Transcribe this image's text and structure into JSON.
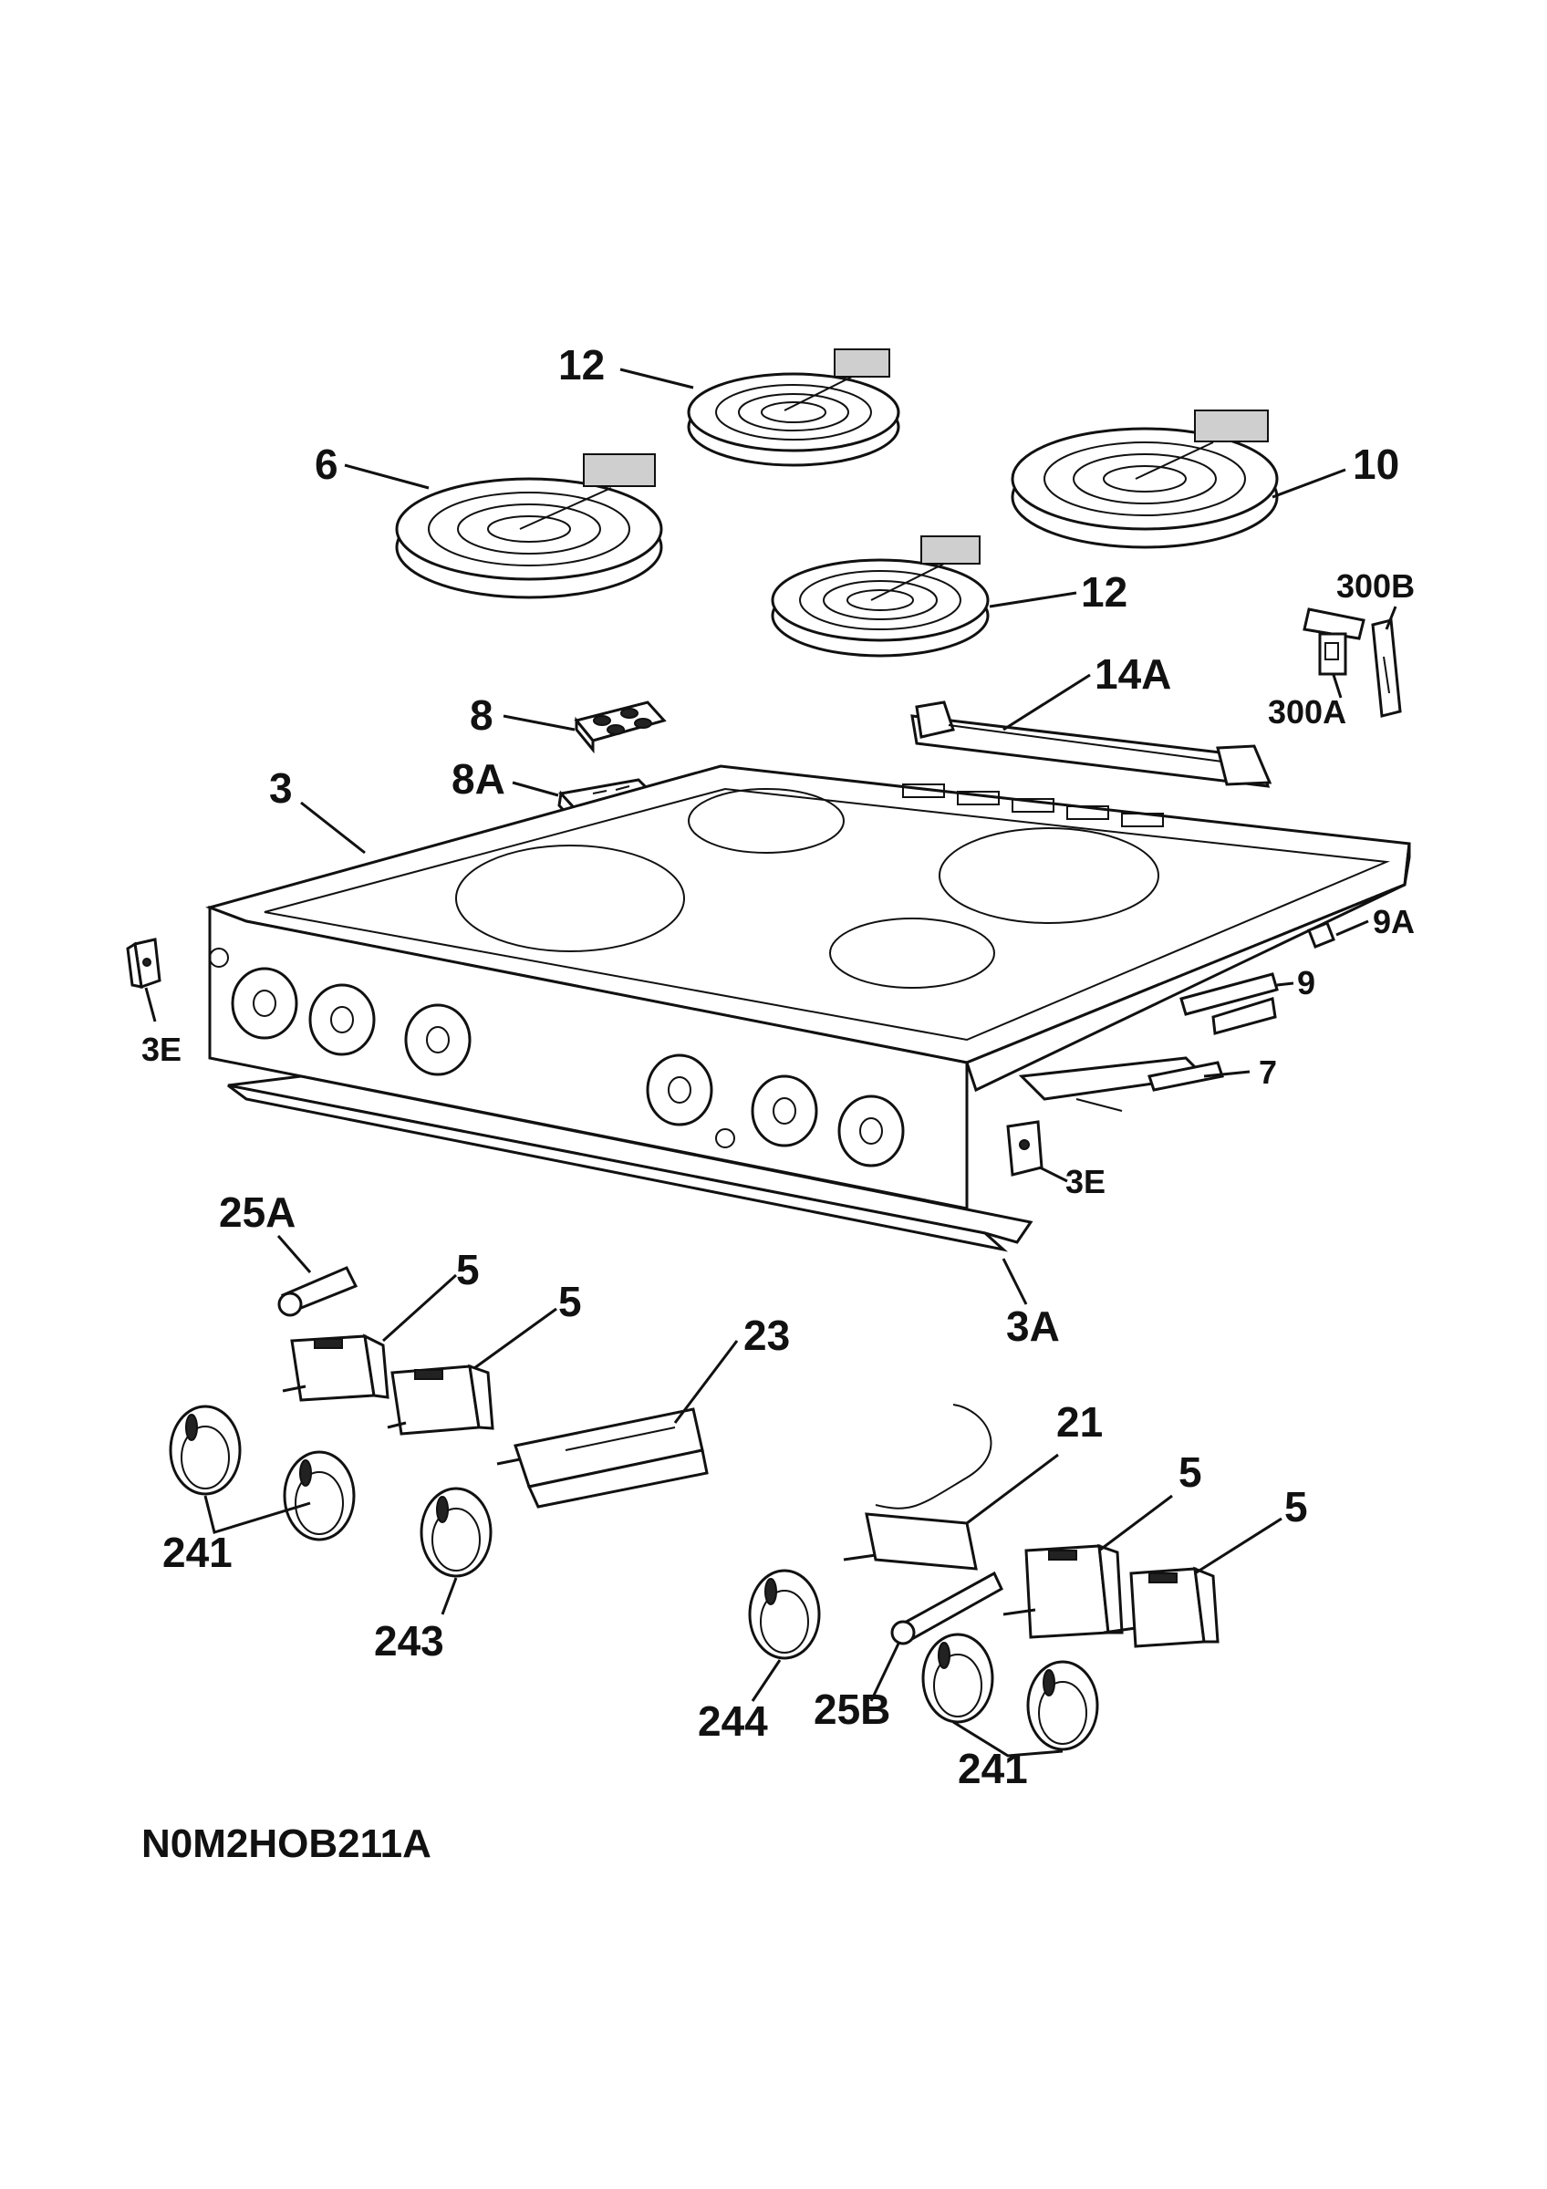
{
  "diagram": {
    "reference_code": "N0M2HOB211A",
    "callouts": [
      {
        "id": "c-12-top",
        "label": "12"
      },
      {
        "id": "c-6",
        "label": "6"
      },
      {
        "id": "c-10",
        "label": "10"
      },
      {
        "id": "c-12-mid",
        "label": "12"
      },
      {
        "id": "c-300b",
        "label": "300B"
      },
      {
        "id": "c-300a",
        "label": "300A"
      },
      {
        "id": "c-14a",
        "label": "14A"
      },
      {
        "id": "c-8",
        "label": "8"
      },
      {
        "id": "c-8a",
        "label": "8A"
      },
      {
        "id": "c-3",
        "label": "3"
      },
      {
        "id": "c-9a",
        "label": "9A"
      },
      {
        "id": "c-9",
        "label": "9"
      },
      {
        "id": "c-7",
        "label": "7"
      },
      {
        "id": "c-3e-left",
        "label": "3E"
      },
      {
        "id": "c-3e-right",
        "label": "3E"
      },
      {
        "id": "c-25a",
        "label": "25A"
      },
      {
        "id": "c-5-a",
        "label": "5"
      },
      {
        "id": "c-5-b",
        "label": "5"
      },
      {
        "id": "c-3a",
        "label": "3A"
      },
      {
        "id": "c-23",
        "label": "23"
      },
      {
        "id": "c-21",
        "label": "21"
      },
      {
        "id": "c-5-c",
        "label": "5"
      },
      {
        "id": "c-5-d",
        "label": "5"
      },
      {
        "id": "c-241-left",
        "label": "241"
      },
      {
        "id": "c-243",
        "label": "243"
      },
      {
        "id": "c-244",
        "label": "244"
      },
      {
        "id": "c-25b",
        "label": "25B"
      },
      {
        "id": "c-241-right",
        "label": "241"
      }
    ]
  }
}
